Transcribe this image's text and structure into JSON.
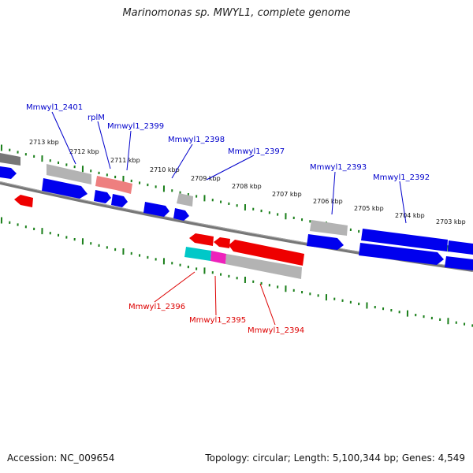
{
  "title": "Marinomonas sp. MWYL1, complete genome",
  "footer": {
    "accession": "Accession: NC_009654",
    "summary": "Topology: circular; Length: 5,100,344 bp; Genes: 4,549"
  },
  "colors": {
    "background": "#ffffff",
    "backbone": "#777777",
    "tick": "#1a7f1a",
    "gene_blue": "#0000ee",
    "gene_gray": "#b3b3b3",
    "gene_red": "#ee0000",
    "gene_pink": "#ee7f7f",
    "gene_cyan": "#00c8c8",
    "gene_magenta": "#ee22bb",
    "label_forward": "#0000cc",
    "label_reverse": "#dd0000"
  },
  "scale_labels": [
    "2713 kbp",
    "2712 kbp",
    "2711 kbp",
    "2710 kbp",
    "2709 kbp",
    "2708 kbp",
    "2707 kbp",
    "2706 kbp",
    "2705 kbp",
    "2704 kbp",
    "2703 kbp"
  ],
  "gene_labels": {
    "forward": [
      "Mmwyl1_2401",
      "rplM",
      "Mmwyl1_2399",
      "Mmwyl1_2398",
      "Mmwyl1_2397",
      "Mmwyl1_2393",
      "Mmwyl1_2392"
    ],
    "reverse": [
      "Mmwyl1_2396",
      "Mmwyl1_2395",
      "Mmwyl1_2394"
    ]
  }
}
